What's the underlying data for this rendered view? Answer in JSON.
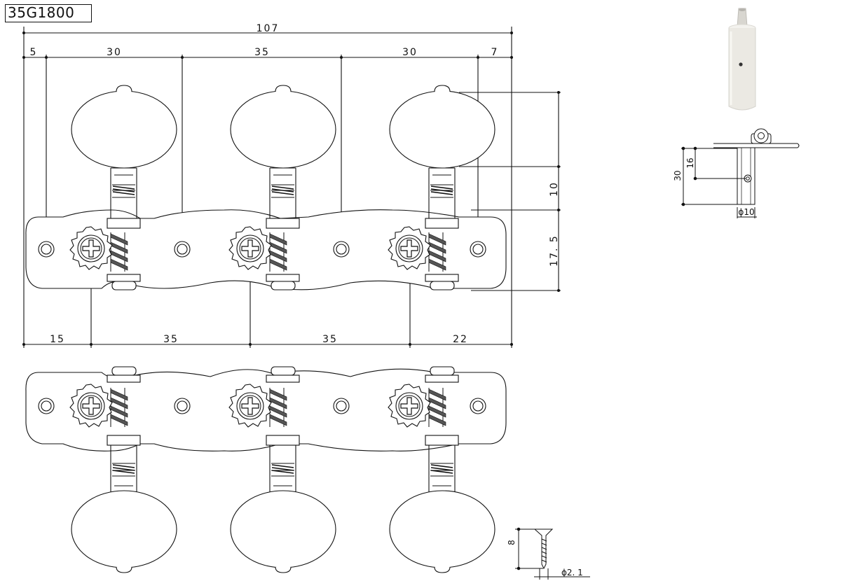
{
  "model": "35G1800",
  "top_view": {
    "overall_width": "107",
    "top_dims": [
      "5",
      "30",
      "35",
      "30",
      "7"
    ],
    "bottom_dims": [
      "15",
      "35",
      "35",
      "22"
    ],
    "height_10": "10",
    "height_17_5": "17. 5"
  },
  "bushing_view": {
    "dim_30": "30",
    "dim_16": "16",
    "diameter": "ϕ10"
  },
  "screw_view": {
    "length": "8",
    "diameter": "ϕ2. 1"
  },
  "colors": {
    "line": "#111111",
    "bushing_fill": "#ebe9e3",
    "background": "#ffffff"
  }
}
